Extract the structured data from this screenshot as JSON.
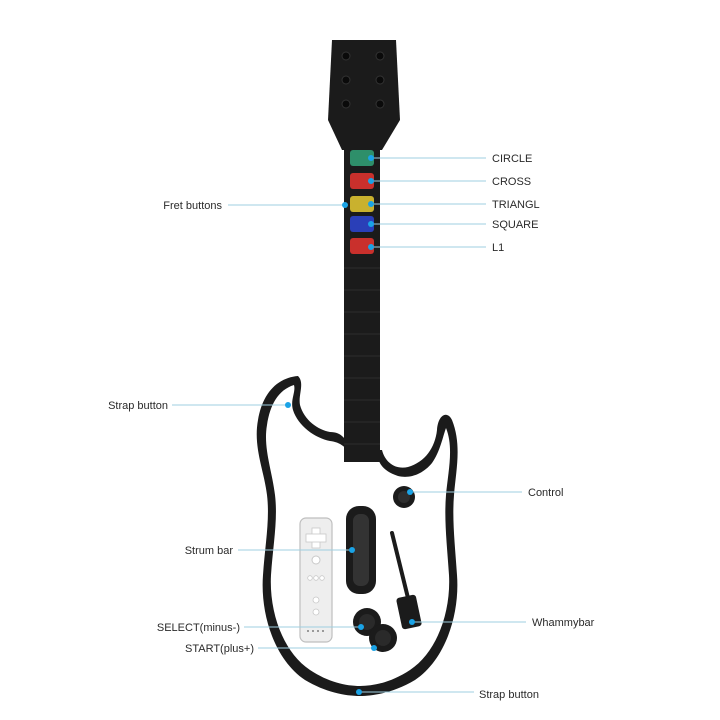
{
  "colors": {
    "body_black": "#1b1b1b",
    "body_white": "#ffffff",
    "leader_line": "#9fcfe0",
    "leader_dot": "#1aa3e6",
    "fret_green": "#2e8f6a",
    "fret_red": "#c9302c",
    "fret_yellow": "#c9b12e",
    "fret_blue": "#2a3fb8",
    "remote_gray": "#d9d9d9"
  },
  "labels": {
    "circle": "CIRCLE",
    "cross": "CROSS",
    "triangle": "TRIANGL",
    "square": "SQUARE",
    "l1": "L1",
    "fret_buttons": "Fret buttons",
    "strap_button_top": "Strap  button",
    "control": "Control",
    "strum_bar": "Strum bar",
    "select": "SELECT(minus-)",
    "whammybar": "Whammybar",
    "start": "START(plus+)",
    "strap_button_bottom": "Strap button"
  },
  "icons": {
    "product": "guitar-controller-icon",
    "remote": "wii-remote-icon",
    "callout_marker": "callout-dot-icon"
  }
}
